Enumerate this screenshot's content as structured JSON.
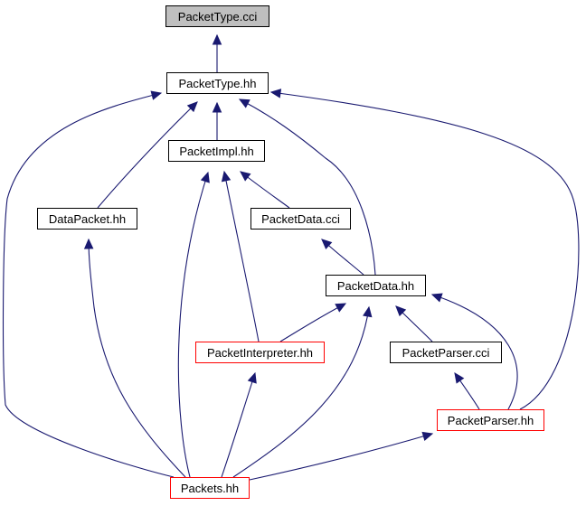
{
  "graph": {
    "nodes": [
      {
        "id": "packettype_cci",
        "label": "PacketType.cci",
        "style": "root"
      },
      {
        "id": "packettype_hh",
        "label": "PacketType.hh",
        "style": "normal"
      },
      {
        "id": "packetimpl_hh",
        "label": "PacketImpl.hh",
        "style": "normal"
      },
      {
        "id": "datapacket_hh",
        "label": "DataPacket.hh",
        "style": "normal"
      },
      {
        "id": "packetdata_cci",
        "label": "PacketData.cci",
        "style": "normal"
      },
      {
        "id": "packetdata_hh",
        "label": "PacketData.hh",
        "style": "normal"
      },
      {
        "id": "packetinterpreter_hh",
        "label": "PacketInterpreter.hh",
        "style": "truncated"
      },
      {
        "id": "packetparser_cci",
        "label": "PacketParser.cci",
        "style": "normal"
      },
      {
        "id": "packetparser_hh",
        "label": "PacketParser.hh",
        "style": "truncated"
      },
      {
        "id": "packets_hh",
        "label": "Packets.hh",
        "style": "truncated"
      }
    ],
    "edges": [
      {
        "from": "packettype_hh",
        "to": "packettype_cci"
      },
      {
        "from": "packetimpl_hh",
        "to": "packettype_hh"
      },
      {
        "from": "datapacket_hh",
        "to": "packettype_hh"
      },
      {
        "from": "packets_hh",
        "to": "packettype_hh"
      },
      {
        "from": "packetdata_hh",
        "to": "packettype_hh"
      },
      {
        "from": "packetparser_hh",
        "to": "packettype_hh"
      },
      {
        "from": "packetdata_cci",
        "to": "packetimpl_hh"
      },
      {
        "from": "packetinterpreter_hh",
        "to": "packetimpl_hh"
      },
      {
        "from": "packets_hh",
        "to": "packetimpl_hh"
      },
      {
        "from": "packets_hh",
        "to": "datapacket_hh"
      },
      {
        "from": "packetdata_hh",
        "to": "packetdata_cci"
      },
      {
        "from": "packetinterpreter_hh",
        "to": "packetdata_hh"
      },
      {
        "from": "packets_hh",
        "to": "packetdata_hh"
      },
      {
        "from": "packetparser_cci",
        "to": "packetdata_hh"
      },
      {
        "from": "packetparser_hh",
        "to": "packetdata_hh"
      },
      {
        "from": "packets_hh",
        "to": "packetinterpreter_hh"
      },
      {
        "from": "packetparser_hh",
        "to": "packetparser_cci"
      },
      {
        "from": "packets_hh",
        "to": "packetparser_hh"
      }
    ],
    "colors": {
      "edge": "#191970",
      "root_fill": "#bfbfbf",
      "node_border": "#000000",
      "truncated_border": "#ff0000"
    }
  }
}
